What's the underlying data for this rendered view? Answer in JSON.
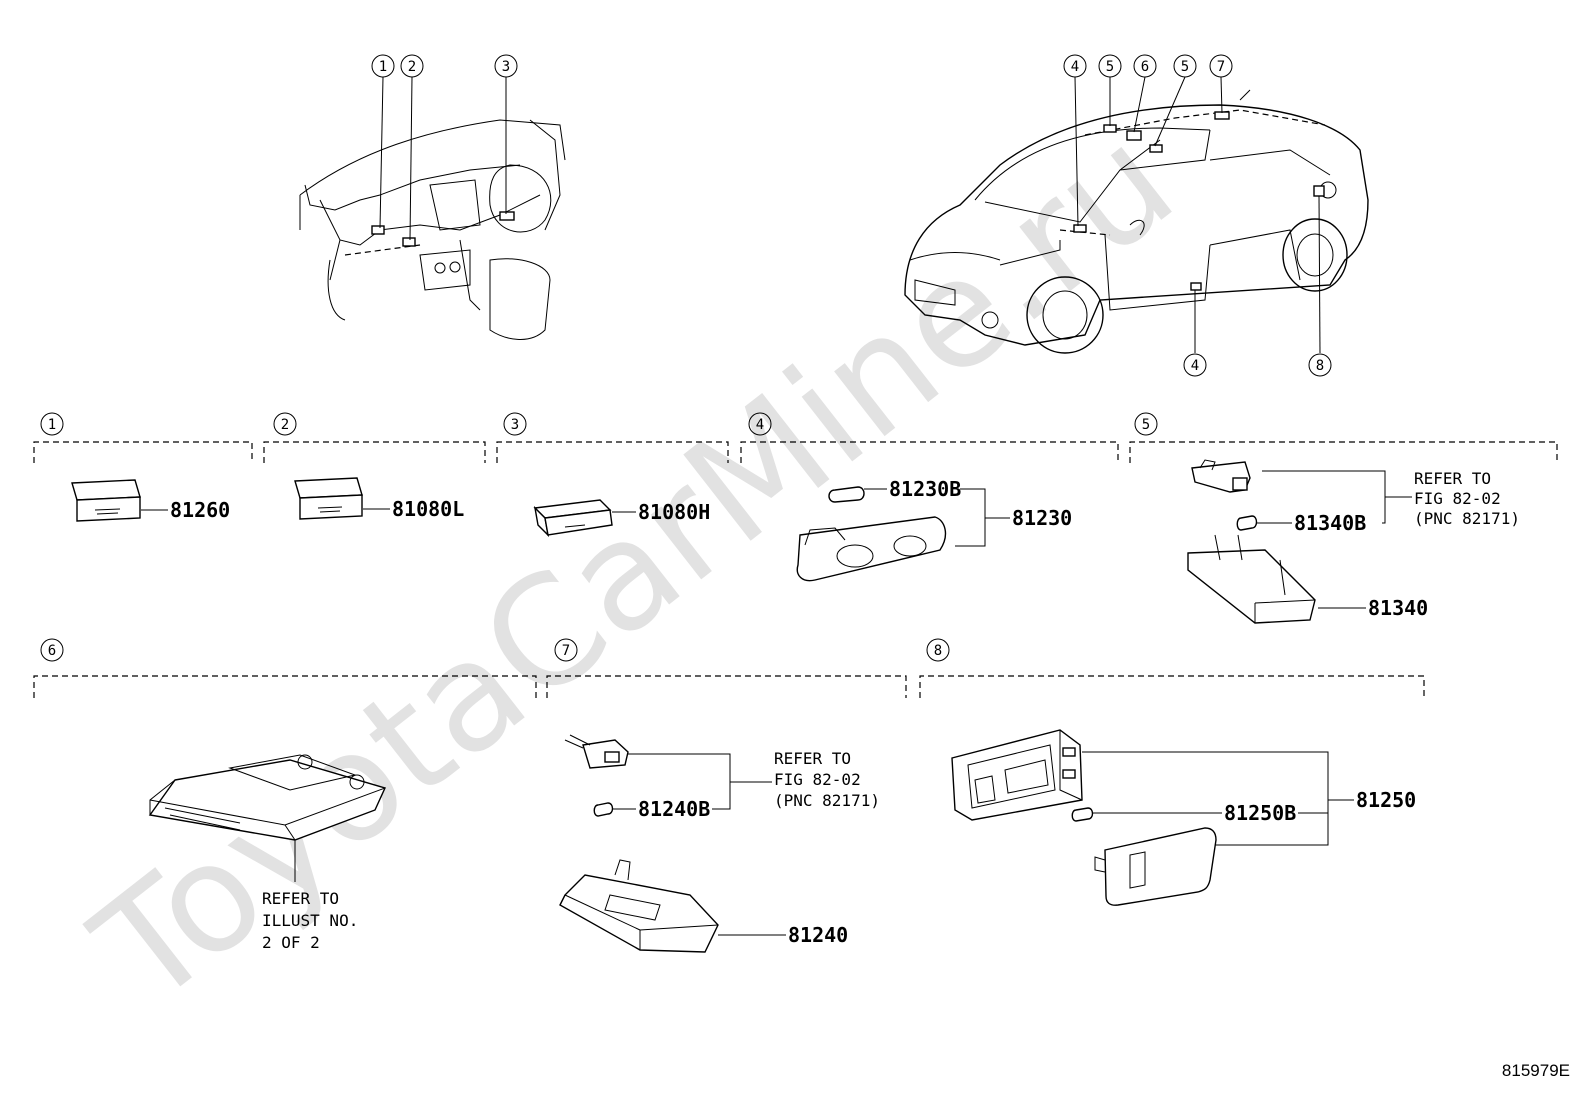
{
  "callouts": {
    "c1": "1",
    "c2": "2",
    "c3": "3",
    "c4": "4",
    "c5": "5",
    "c6": "6",
    "c7": "7",
    "c8": "8"
  },
  "parts": {
    "p81260": "81260",
    "p81080L": "81080L",
    "p81080H": "81080H",
    "p81230B": "81230B",
    "p81230": "81230",
    "p81340B": "81340B",
    "p81340": "81340",
    "p81240B": "81240B",
    "p81240": "81240",
    "p81250B": "81250B",
    "p81250": "81250"
  },
  "notes": {
    "refer_fig_1": "REFER TO",
    "refer_fig_2": "FIG 82-02",
    "refer_fig_3": "(PNC 82171)",
    "refer_illust_1": "REFER TO",
    "refer_illust_2": "ILLUST NO.",
    "refer_illust_3": "2 OF 2"
  },
  "watermark": "ToyotaCarMine.ru",
  "figure_code": "815979E"
}
